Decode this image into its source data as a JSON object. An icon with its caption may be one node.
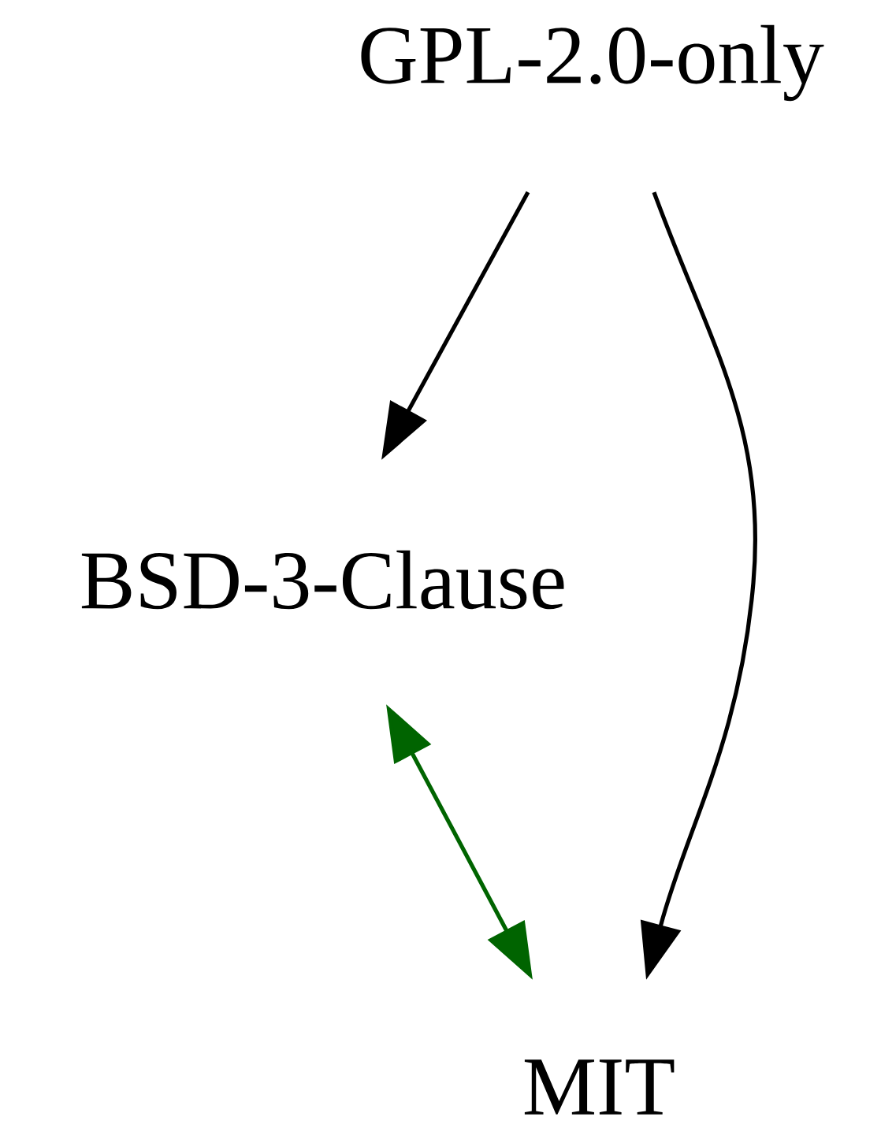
{
  "diagram": {
    "nodes": [
      {
        "text": [
          "GPL-2.0-only"
        ]
      },
      {
        "text": [
          "BSD-3-Clause"
        ]
      },
      {
        "text": [
          "MIT"
        ]
      }
    ],
    "edges": [
      {
        "from": 0,
        "to": 1,
        "arrow": "to"
      },
      {
        "from": 0,
        "to": 2,
        "arrow": "to"
      },
      {
        "from": 1,
        "to": 2,
        "arrow": "both",
        "color": "#006400"
      }
    ]
  }
}
